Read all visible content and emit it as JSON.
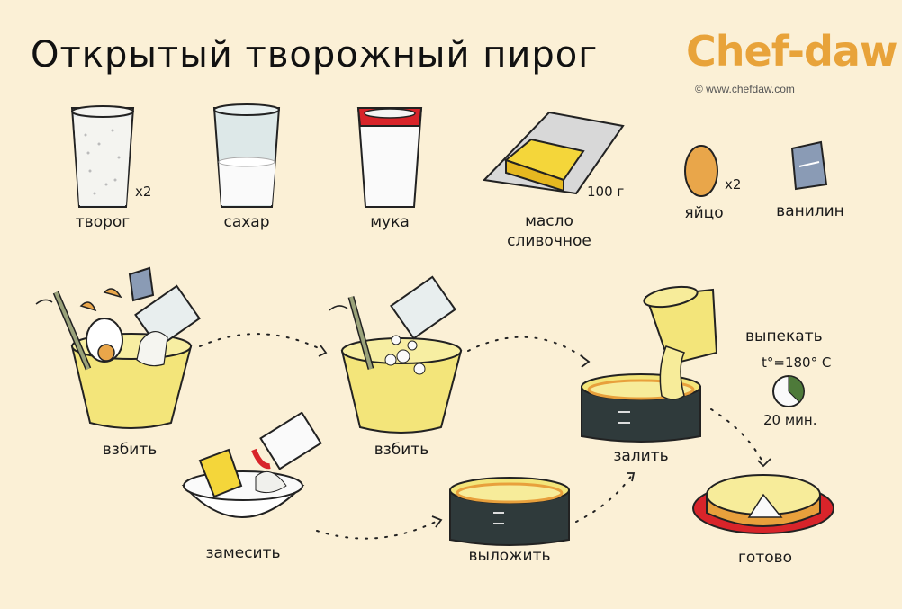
{
  "title": "Открытый творожный пирог",
  "brand": {
    "name": "Chef-daw",
    "copyright": "© www.chefdaw.com",
    "color": "#e8a33a"
  },
  "ingredients": [
    {
      "label": "творог",
      "qty": "x2",
      "icon": "glass-cottage-cheese-icon"
    },
    {
      "label": "сахар",
      "icon": "glass-sugar-icon"
    },
    {
      "label": "мука",
      "icon": "glass-flour-icon"
    },
    {
      "label": "масло\nсливочное",
      "qty": "100 г",
      "icon": "butter-icon"
    },
    {
      "label": "яйцо",
      "qty": "x2",
      "icon": "egg-icon"
    },
    {
      "label": "ванилин",
      "icon": "vanilla-packet-icon"
    }
  ],
  "steps": [
    {
      "label": "взбить",
      "icon": "whisk-bowl-icon"
    },
    {
      "label": "замесить",
      "icon": "knead-bowl-icon"
    },
    {
      "label": "взбить",
      "icon": "whisk-bowl-icon"
    },
    {
      "label": "выложить",
      "icon": "baking-ring-icon"
    },
    {
      "label": "залить",
      "icon": "pour-ring-icon"
    },
    {
      "label": "готово",
      "icon": "cheesecake-icon"
    }
  ],
  "bake": {
    "label": "выпекать",
    "temp": "t°=180° C",
    "time": "20 мин."
  },
  "colors": {
    "background": "#fbf0d6",
    "yellow": "#f3e57a",
    "butter": "#f4d63a",
    "red": "#d8242a",
    "dark": "#2f3a3b",
    "egg": "#e9a64a",
    "cake": "#f7ec9a",
    "crust": "#e8a03c",
    "green": "#4e7a3a"
  }
}
